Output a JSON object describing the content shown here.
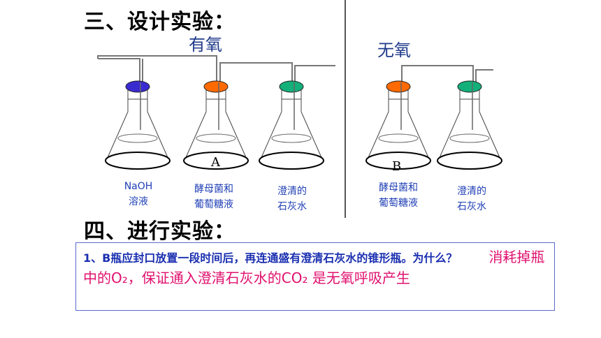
{
  "section3_title": "三、设计实验：",
  "section4_title": "四、进行实验：",
  "aerobic": {
    "condition": "有氧",
    "flask1_label": "NaOH\n溶液",
    "flask2_letter": "A",
    "flask2_label": "酵母菌和\n葡萄糖液",
    "flask3_label": "澄清的\n石灰水",
    "cap_colors": [
      "#3a2bd1",
      "#ff6a00",
      "#13b07a"
    ]
  },
  "anaerobic": {
    "condition": "无氧",
    "flask1_letter": "B",
    "flask1_label": "酵母菌和\n葡萄糖液",
    "flask2_label": "澄清的\n石灰水",
    "cap_colors": [
      "#ff6a00",
      "#13b07a"
    ]
  },
  "question": {
    "prompt": "1、B瓶应封口放置一段时间后，再连通盛有澄清石灰水的锥形瓶。为什么？",
    "answer": "消耗掉瓶中的O₂，保证通入澄清石灰水的CO₂ 是无氧呼吸产生"
  }
}
